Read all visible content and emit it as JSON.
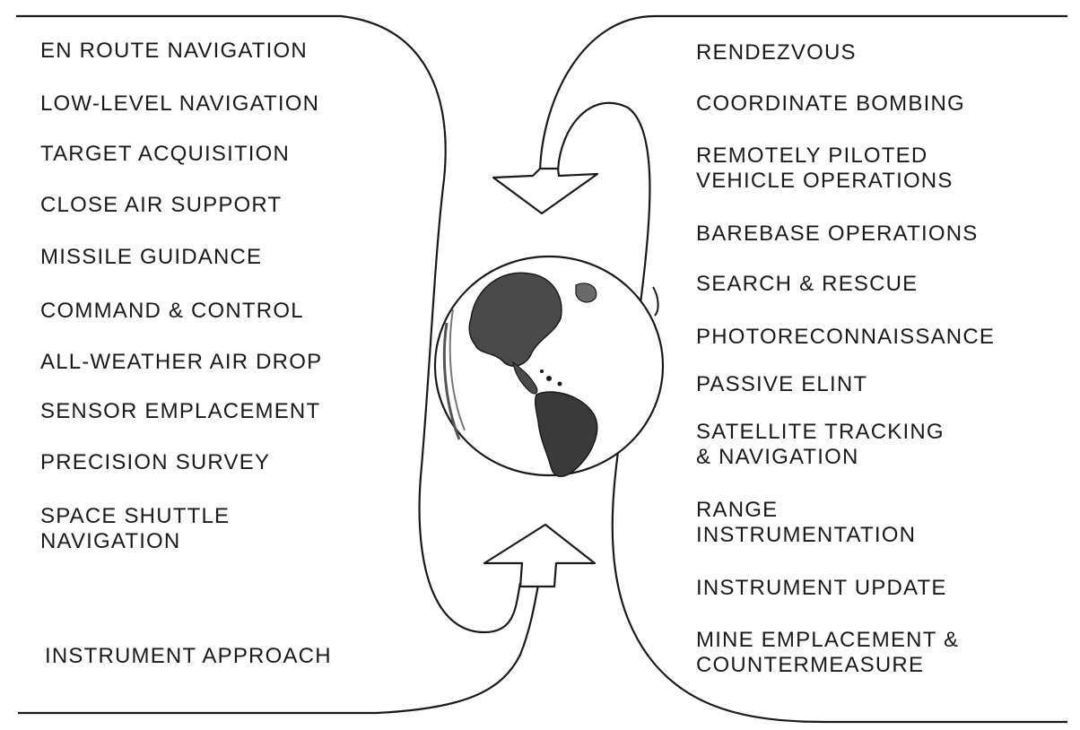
{
  "left_applications": [
    {
      "lines": [
        "EN ROUTE NAVIGATION"
      ]
    },
    {
      "lines": [
        "LOW-LEVEL NAVIGATION"
      ]
    },
    {
      "lines": [
        "TARGET ACQUISITION"
      ]
    },
    {
      "lines": [
        "CLOSE AIR SUPPORT"
      ]
    },
    {
      "lines": [
        "MISSILE GUIDANCE"
      ]
    },
    {
      "lines": [
        "COMMAND & CONTROL"
      ]
    },
    {
      "lines": [
        "ALL-WEATHER AIR DROP"
      ]
    },
    {
      "lines": [
        "SENSOR EMPLACEMENT"
      ]
    },
    {
      "lines": [
        "PRECISION SURVEY"
      ]
    },
    {
      "lines": [
        "SPACE SHUTTLE",
        "NAVIGATION"
      ]
    },
    {
      "lines": [
        "INSTRUMENT APPROACH"
      ]
    }
  ],
  "right_applications": [
    {
      "lines": [
        "RENDEZVOUS"
      ]
    },
    {
      "lines": [
        "COORDINATE BOMBING"
      ]
    },
    {
      "lines": [
        "REMOTELY PILOTED",
        "VEHICLE OPERATIONS"
      ]
    },
    {
      "lines": [
        "BAREBASE OPERATIONS"
      ]
    },
    {
      "lines": [
        "SEARCH & RESCUE"
      ]
    },
    {
      "lines": [
        "PHOTORECONNAISSANCE"
      ]
    },
    {
      "lines": [
        "PASSIVE ELINT"
      ]
    },
    {
      "lines": [
        "SATELLITE TRACKING",
        "& NAVIGATION"
      ]
    },
    {
      "lines": [
        "RANGE",
        "INSTRUMENTATION"
      ]
    },
    {
      "lines": [
        "INSTRUMENT UPDATE"
      ]
    },
    {
      "lines": [
        "MINE EMPLACEMENT &",
        "COUNTERMEASURE"
      ]
    }
  ],
  "colors": {
    "ink": "#1a1a1a",
    "paper": "#ffffff"
  },
  "icons": {
    "center": "earth-globe-icon",
    "arrows": [
      "down-arrow-icon",
      "up-arrow-icon"
    ]
  }
}
